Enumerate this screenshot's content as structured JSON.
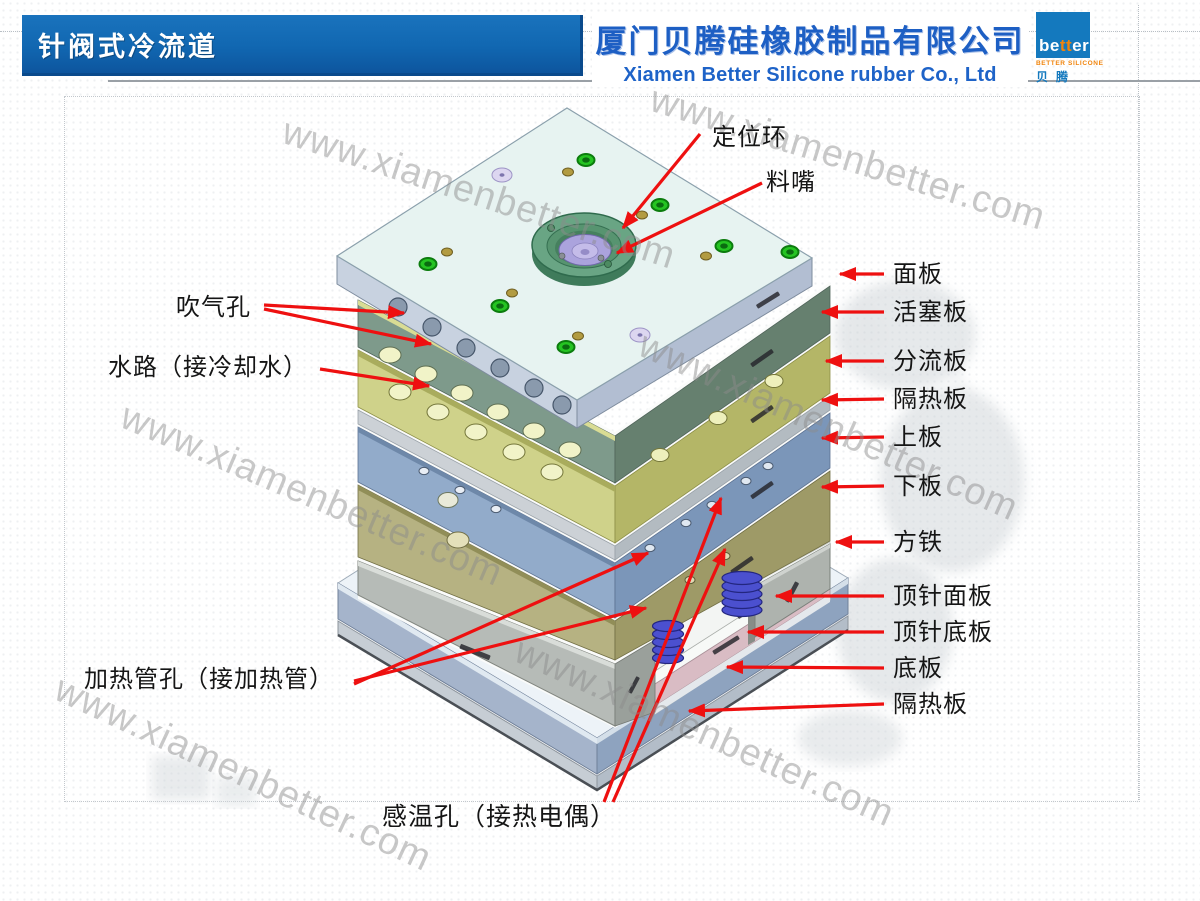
{
  "slide": {
    "title": "针阀式冷流道"
  },
  "header": {
    "company_cn": "厦门贝腾硅橡胶制品有限公司",
    "company_en": "Xiamen Better Silicone rubber Co., Ltd",
    "logo": {
      "brand_head": "be",
      "brand_mid": "tt",
      "brand_tail": "er",
      "tagline": "BETTER SILICONE",
      "brand_cn": "贝腾"
    }
  },
  "watermark": {
    "text": "www.xiamenbetter.com"
  },
  "diagram": {
    "labels": {
      "top": [
        "定位环",
        "料嘴"
      ],
      "left": [
        "吹气孔",
        "水路（接冷却水）",
        "加热管孔（接加热管）",
        "感温孔（接热电偶）"
      ],
      "right": [
        "面板",
        "活塞板",
        "分流板",
        "隔热板",
        "上板",
        "下板",
        "方铁",
        "顶针面板",
        "顶针底板",
        "底板",
        "隔热板"
      ]
    }
  },
  "colors": {
    "header_bar": "#1167b1",
    "company_text": "#1d5fc4",
    "arrow_red": "#ee1010",
    "logo_blue": "#1479be",
    "logo_orange": "#f0840c",
    "spring_blue": "#4b50cf",
    "locating_ring_green": "#5fa37d",
    "nozzle_lavender": "#aba3dd"
  }
}
